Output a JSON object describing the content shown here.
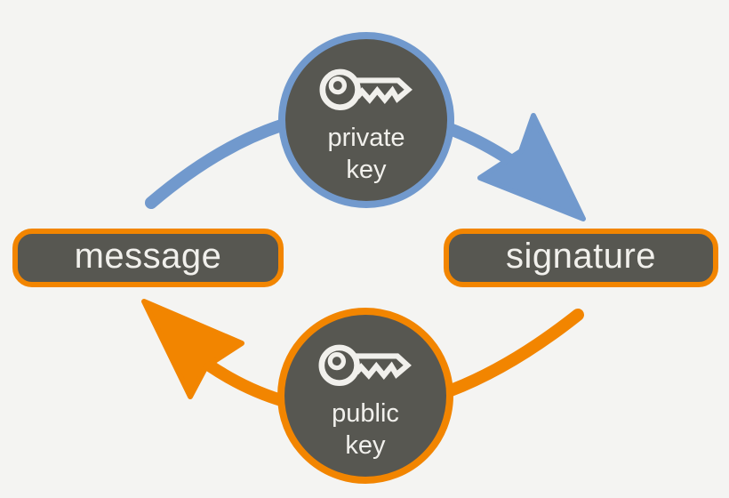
{
  "background_color": "#f4f4f2",
  "palette": {
    "node_fill": "#575751",
    "blue": "#7199cd",
    "orange": "#f28500",
    "text_light": "#f1f0ec"
  },
  "nodes": {
    "message": {
      "label": "message"
    },
    "signature": {
      "label": "signature"
    },
    "private_key": {
      "label": "private key"
    },
    "public_key": {
      "label": "public key"
    }
  },
  "edges": [
    {
      "name": "sign-flow",
      "from": "message",
      "via": "private key",
      "to": "signature",
      "color": "#7199cd"
    },
    {
      "name": "verify-flow",
      "from": "signature",
      "via": "public key",
      "to": "message",
      "color": "#f28500"
    }
  ]
}
